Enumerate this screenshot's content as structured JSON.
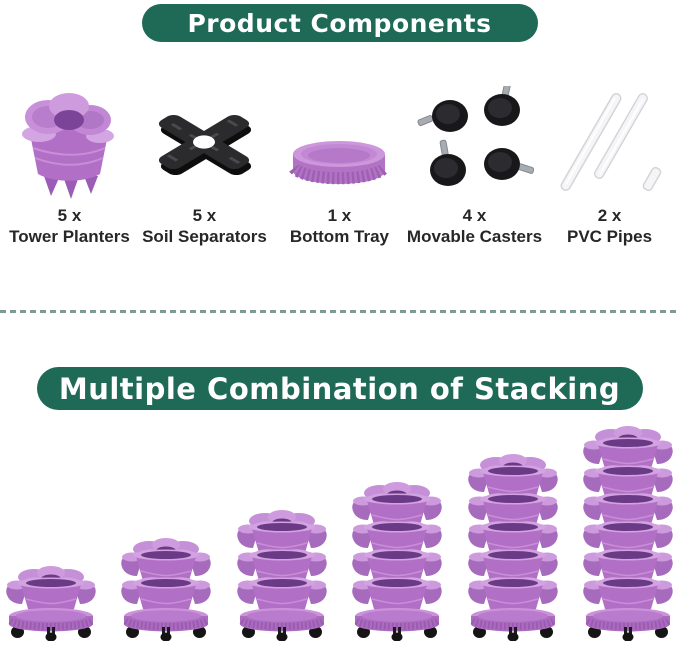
{
  "colors": {
    "banner_green": "#1f6957",
    "pot_purple": "#b26fc6",
    "pot_rim": "#cd97dd",
    "pot_inner": "#6b3a86",
    "divider_dash": "#7f9a94",
    "label_text": "#272727",
    "caster_black": "#18181a",
    "pipe_white": "#f5f5f7"
  },
  "sections": {
    "components": {
      "title": "Product Components",
      "items": [
        {
          "qty": "5 x",
          "name": "Tower Planters",
          "icon": "tower-planters-icon"
        },
        {
          "qty": "5 x",
          "name": "Soil Separators",
          "icon": "soil-separators-icon"
        },
        {
          "qty": "1 x",
          "name": "Bottom Tray",
          "icon": "bottom-tray-icon"
        },
        {
          "qty": "4 x",
          "name": "Movable Casters",
          "icon": "movable-casters-icon"
        },
        {
          "qty": "2 x",
          "name": "PVC Pipes",
          "icon": "pvc-pipes-icon"
        }
      ]
    },
    "stacking": {
      "title": "Multiple Combination of Stacking",
      "towers": [
        {
          "tiers": 1
        },
        {
          "tiers": 2
        },
        {
          "tiers": 3
        },
        {
          "tiers": 4
        },
        {
          "tiers": 5
        },
        {
          "tiers": 6
        }
      ]
    }
  }
}
